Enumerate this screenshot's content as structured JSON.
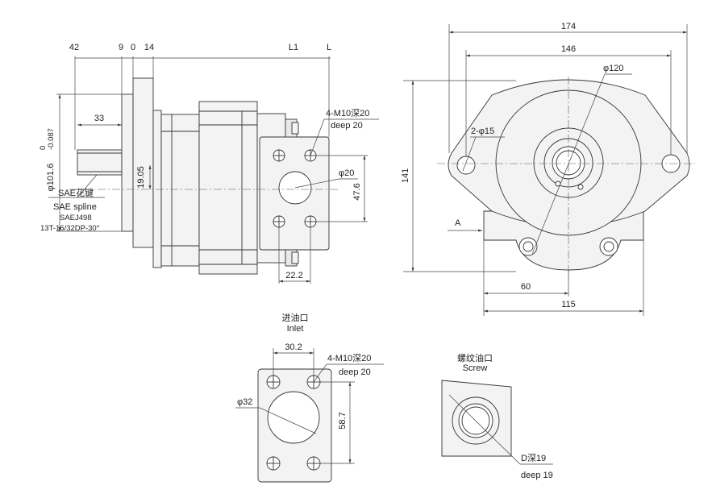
{
  "side_view": {
    "dims_top": {
      "d42": "42",
      "d9": "9",
      "d0": "0",
      "d14": "14",
      "dL1": "L1",
      "dL": "L"
    },
    "d33": "33",
    "d19_05": "19.05",
    "d101_6": "φ101.6",
    "tol_upper": "0",
    "tol_lower": "-0.087",
    "d47_6": "47.6",
    "d22_2": "22.2",
    "phi20": "φ20",
    "port_note_cn": "4-M10深20",
    "port_note_en": "deep 20",
    "spline": {
      "cn": "SAE花键",
      "en": "SAE spline",
      "std": "SAEJ498",
      "spec": "13T-16/32DP-30°"
    }
  },
  "front_view": {
    "d174": "174",
    "d146": "146",
    "phi120": "φ120",
    "holes": "2-φ15",
    "d141": "141",
    "arrowA": "A",
    "d60": "60",
    "d115": "115"
  },
  "inlet_view": {
    "title_cn": "进油口",
    "title_en": "Inlet",
    "d30_2": "30.2",
    "note_cn": "4-M10深20",
    "note_en": "deep 20",
    "phi32": "φ32",
    "d58_7": "58.7"
  },
  "screw_view": {
    "title_cn": "螺纹油口",
    "title_en": "Screw",
    "note_cn": "D深19",
    "note_en": "deep 19"
  }
}
